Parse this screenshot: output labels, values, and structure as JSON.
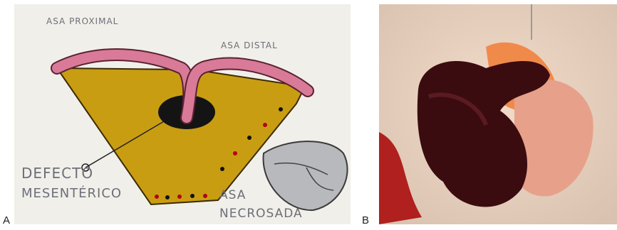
{
  "figure": {
    "panel_a": {
      "letter": "A",
      "labels": {
        "proximal": "ASA PROXIMAL",
        "distal": "ASA DISTAL",
        "defect_line1": "DEFECTO",
        "defect_line2": "MESENTÉRICO",
        "necrosed_line1": "ASA",
        "necrosed_line2": "NECROSADA"
      }
    },
    "panel_b": {
      "letter": "B"
    }
  },
  "colors": {
    "mesentery": "#c99d12",
    "bowel": "#d97a99",
    "defect": "#141414",
    "necrotic": "#3a0c10",
    "tissue": "#e7a08a"
  }
}
